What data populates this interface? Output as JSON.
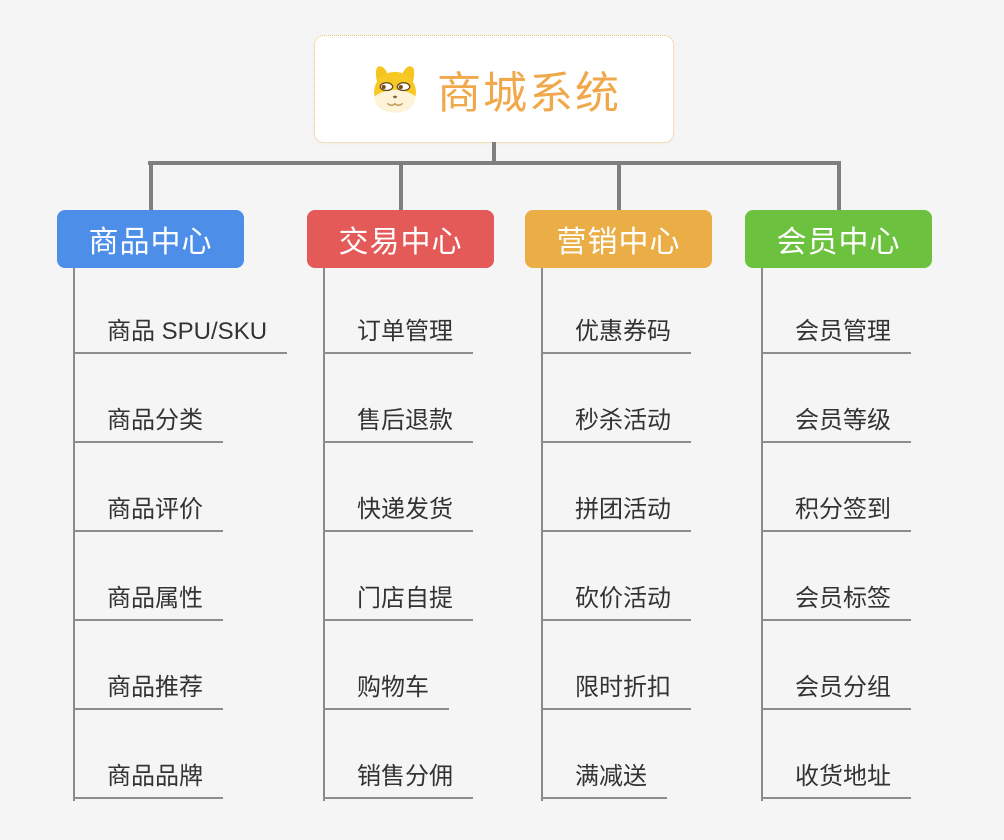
{
  "root": {
    "title": "商城系统",
    "icon": "doge-icon"
  },
  "branches": [
    {
      "label": "商品中心",
      "color": "#4d8ee8",
      "items": [
        "商品 SPU/SKU",
        "商品分类",
        "商品评价",
        "商品属性",
        "商品推荐",
        "商品品牌"
      ]
    },
    {
      "label": "交易中心",
      "color": "#e35a58",
      "items": [
        "订单管理",
        "售后退款",
        "快递发货",
        "门店自提",
        "购物车",
        "销售分佣"
      ]
    },
    {
      "label": "营销中心",
      "color": "#ebad45",
      "items": [
        "优惠券码",
        "秒杀活动",
        "拼团活动",
        "砍价活动",
        "限时折扣",
        "满减送"
      ]
    },
    {
      "label": "会员中心",
      "color": "#6cc13e",
      "items": [
        "会员管理",
        "会员等级",
        "积分签到",
        "会员标签",
        "会员分组",
        "收货地址"
      ]
    }
  ],
  "colors": {
    "background": "#f5f5f6",
    "root_accent": "#f0a84a",
    "root_border": "#f2bd6c",
    "connector_gray": "#7f7f7f",
    "leaf_line_gray": "#8d8d8d",
    "leaf_text": "#333333"
  }
}
